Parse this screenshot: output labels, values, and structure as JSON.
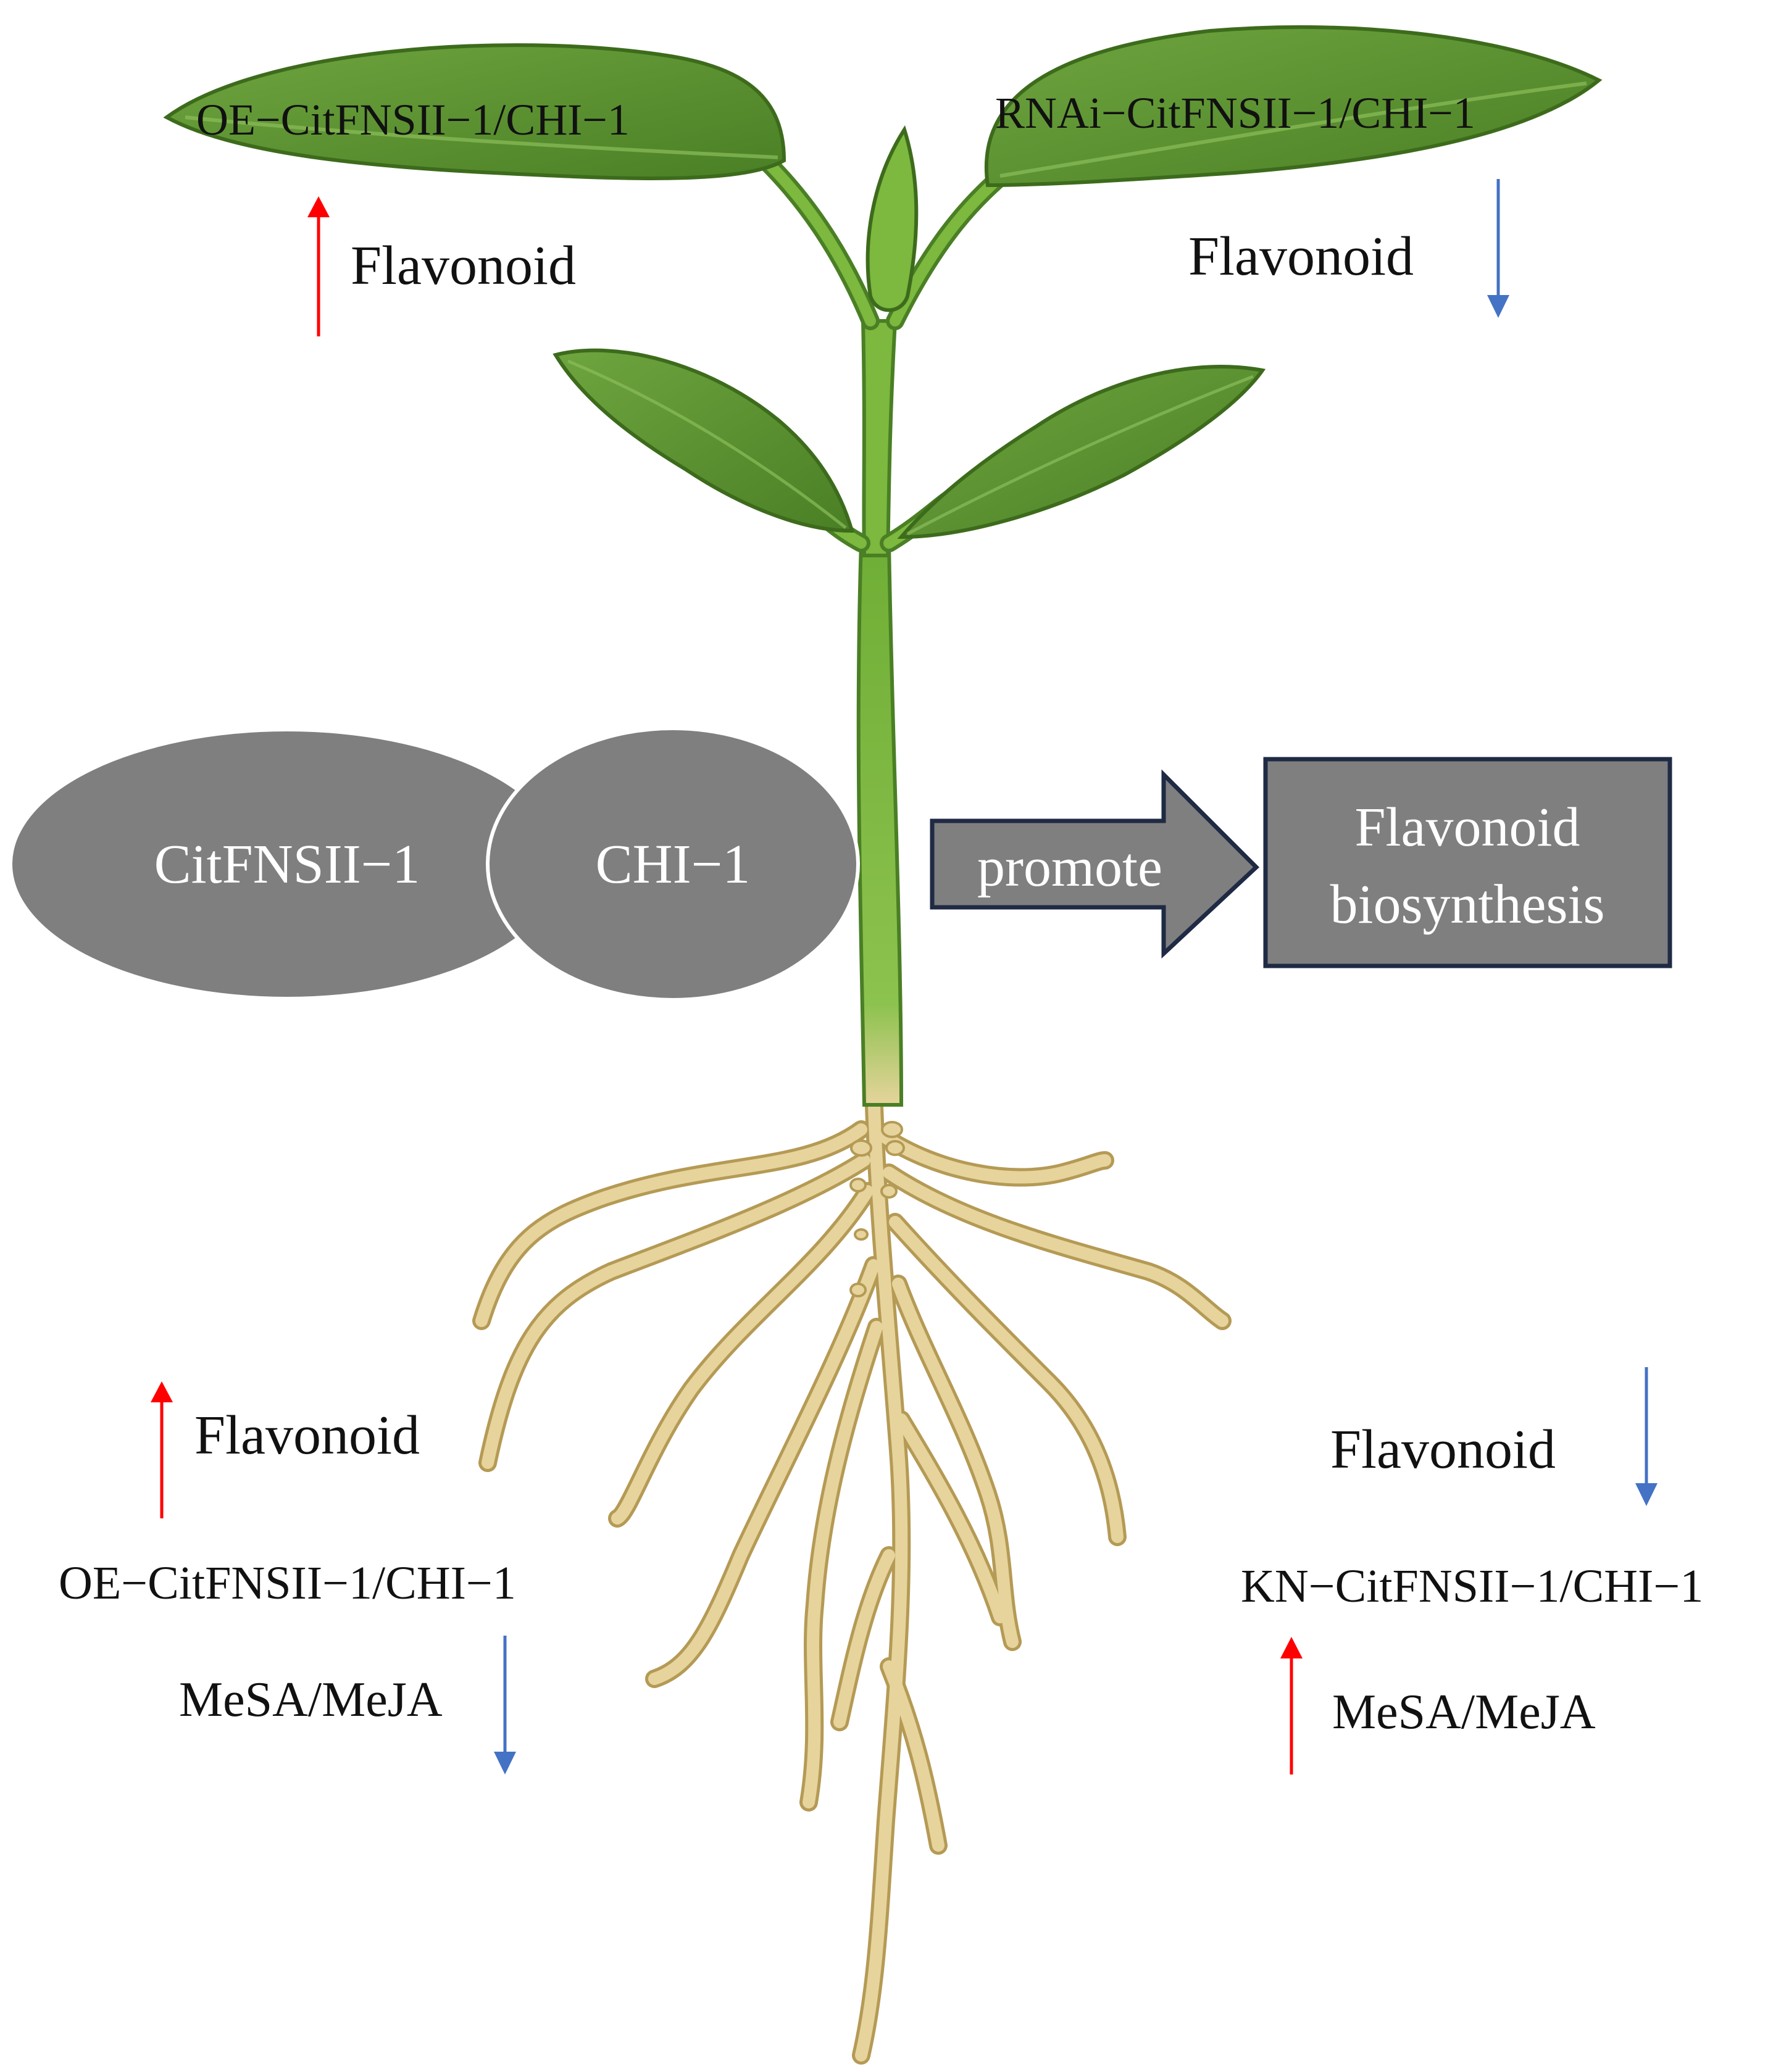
{
  "leaf_left": {
    "label": "OE−CitFNSII−1/CHI−1",
    "effect": "Flavonoid",
    "direction": "up"
  },
  "leaf_right": {
    "label": "RNAi−CitFNSII−1/CHI−1",
    "effect": "Flavonoid",
    "direction": "down"
  },
  "complex": {
    "protein_a": "CitFNSII−1",
    "protein_b": "CHI−1",
    "action": "promote",
    "outcome_line1": "Flavonoid",
    "outcome_line2": "biosynthesis"
  },
  "root_left": {
    "effect": "Flavonoid",
    "effect_direction": "up",
    "label": "OE−CitFNSII−1/CHI−1",
    "hormones": "MeSA/MeJA",
    "hormones_direction": "down"
  },
  "root_right": {
    "effect": "Flavonoid",
    "effect_direction": "down",
    "label": "KN−CitFNSII−1/CHI−1",
    "hormones": "MeSA/MeJA",
    "hormones_direction": "up"
  },
  "colors": {
    "up_arrow": "#ff0000",
    "down_arrow": "#4472c4",
    "protein_fill": "#7f7f7f",
    "box_stroke": "#1f2a44",
    "leaf_dark": "#4e8a2a",
    "leaf_light": "#6aa63a",
    "stem": "#7db83f",
    "root": "#e3cf97",
    "root_stroke": "#b59a55"
  }
}
